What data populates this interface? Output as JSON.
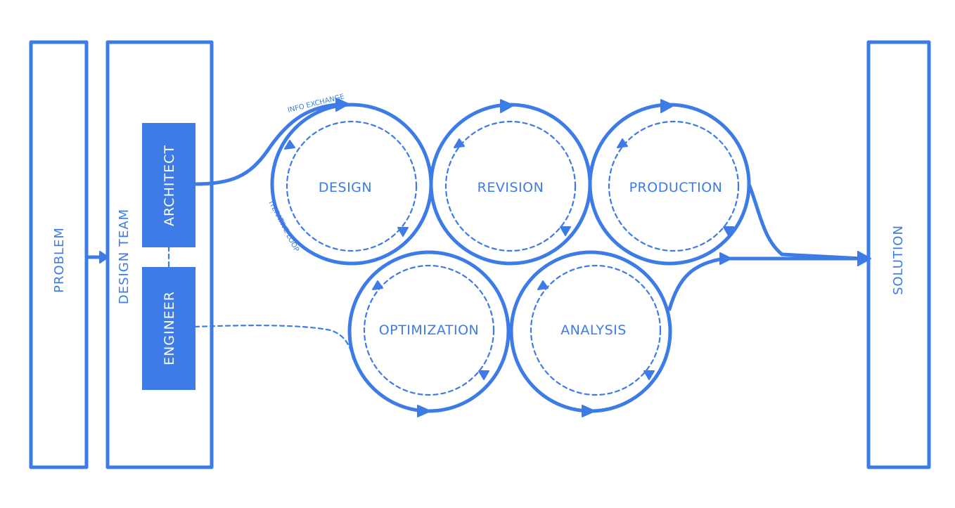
{
  "panels": {
    "problem": "PROBLEM",
    "design_team": "DESIGN TEAM",
    "solution": "SOLUTION"
  },
  "roles": {
    "architect": "ARCHITECT",
    "engineer": "ENGINEER"
  },
  "stages": {
    "design": "DESIGN",
    "revision": "REVISION",
    "production": "PRODUCTION",
    "optimization": "OPTIMIZATION",
    "analysis": "ANALYSIS"
  },
  "annotations": {
    "info_exchange": "INFO EXCHANGE",
    "iterative_loop": "ITERATIVE LOOP"
  },
  "colors": {
    "stroke": "#3d7be6",
    "background": "#ffffff"
  }
}
